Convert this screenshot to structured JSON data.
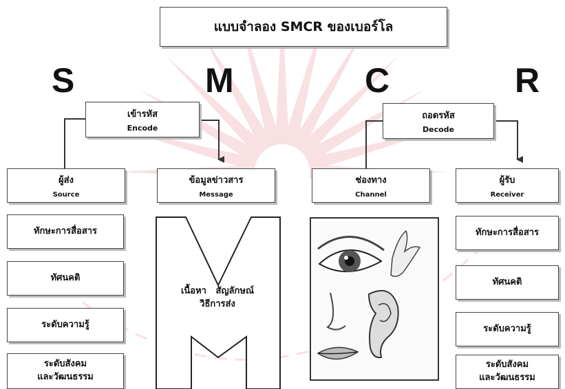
{
  "title": "แบบจำลอง SMCR ของเบอร์โล",
  "letters": {
    "s": "S",
    "m": "M",
    "c": "C",
    "r": "R"
  },
  "encode": {
    "th": "เข้ารหัส",
    "en": "Encode"
  },
  "decode": {
    "th": "ถอดรหัส",
    "en": "Decode"
  },
  "source": {
    "th": "ผู้ส่ง",
    "en": "Source",
    "items": [
      "ทักษะการสื่อสาร",
      "ทัศนคติ",
      "ระดับความรู้",
      "ระดับสังคม\nและวัฒนธรรม"
    ]
  },
  "message": {
    "th": "ข้อมูลข่าวสาร",
    "en": "Message",
    "content_line1": "เนื้อหา   สัญลักษณ์",
    "content_line2": "วิธีการส่ง"
  },
  "channel": {
    "th": "ช่องทาง",
    "en": "Channel"
  },
  "receiver": {
    "th": "ผู้รับ",
    "en": "Receiver",
    "items": [
      "ทักษะการสื่อสาร",
      "ทัศนคติ",
      "ระดับความรู้",
      "ระดับสังคม\nและวัฒนธรรม"
    ]
  },
  "colors": {
    "watermark": "#c9142a",
    "border": "#444444",
    "text": "#111111"
  }
}
